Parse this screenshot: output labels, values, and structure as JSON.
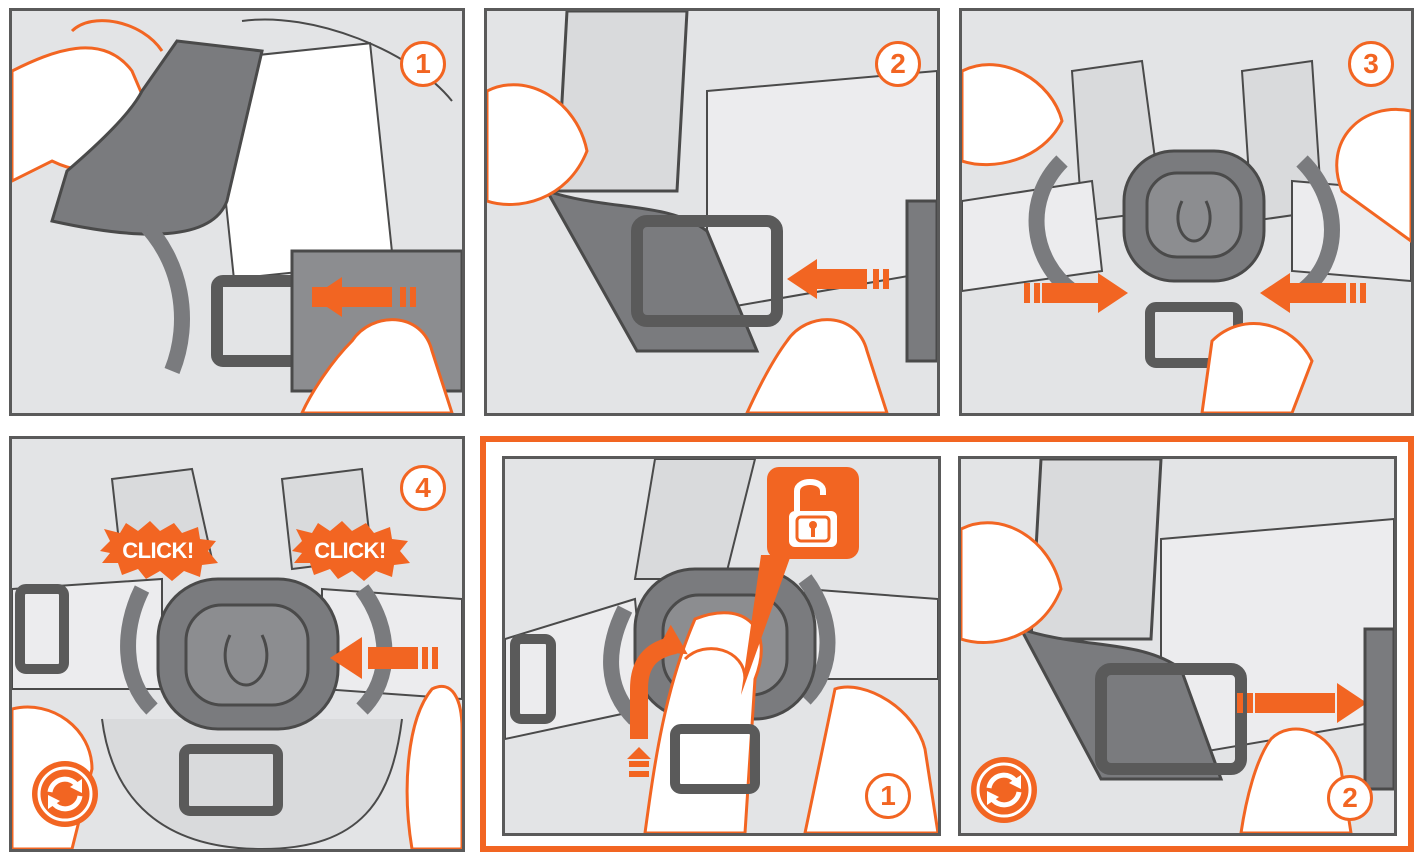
{
  "panels": [
    {
      "step": "1"
    },
    {
      "step": "2"
    },
    {
      "step": "3"
    },
    {
      "step": "4",
      "click_labels": [
        "CLICK!",
        "CLICK!"
      ]
    }
  ],
  "release": {
    "steps": [
      "1",
      "2"
    ]
  },
  "colors": {
    "accent": "#f26522",
    "panel_bg": "#e3e4e6",
    "part_gray": "#7a7b7e",
    "line": "#4a4a4a"
  },
  "icons": [
    "unlock-icon",
    "rotate-icon",
    "arrow-icon"
  ]
}
